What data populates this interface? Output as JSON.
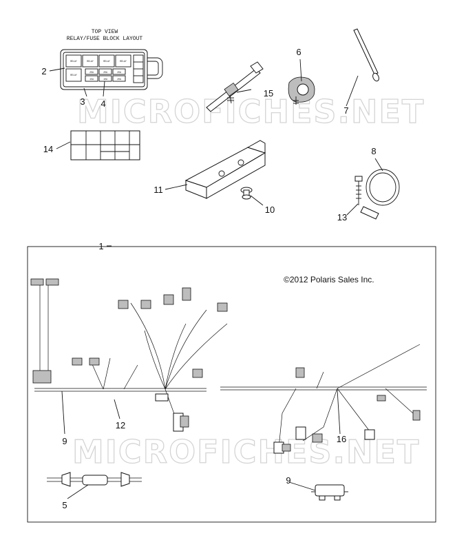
{
  "header": {
    "top_view": "TOP VIEW",
    "block_layout": "RELAY/FUSE BLOCK LAYOUT"
  },
  "fuse_block": {
    "relay_label": "RELAY",
    "fuses": [
      "20A",
      "20A",
      "20A",
      "15A",
      "10A",
      "20A"
    ]
  },
  "callouts": {
    "c1": "1",
    "c2": "2",
    "c3": "3",
    "c4": "4",
    "c5": "5",
    "c6": "6",
    "c7": "7",
    "c8": "8",
    "c9a": "9",
    "c9b": "9",
    "c10": "10",
    "c11": "11",
    "c12": "12",
    "c13": "13",
    "c14": "14",
    "c15": "15",
    "c16": "16"
  },
  "copyright": "©2012 Polaris Sales Inc.",
  "watermark": "MICROFICHES.NET"
}
